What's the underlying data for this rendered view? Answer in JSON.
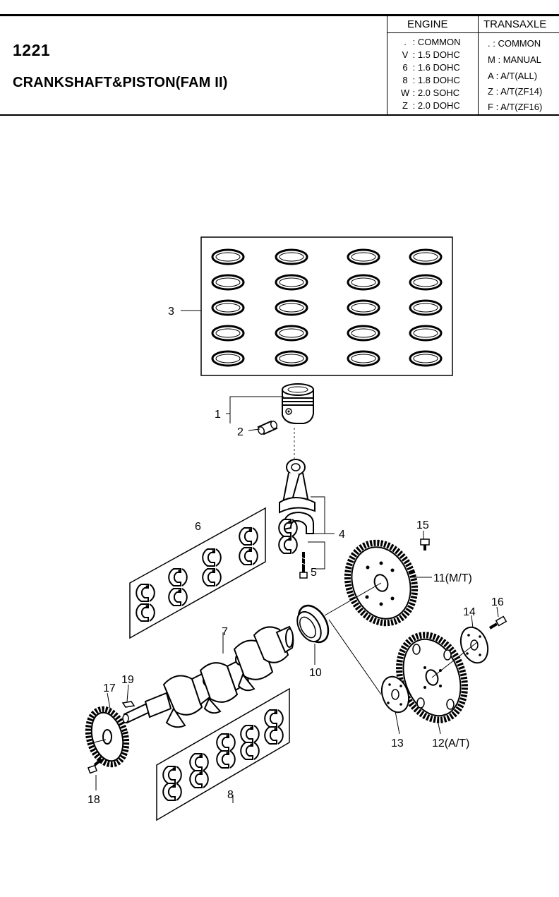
{
  "header": {
    "code": "1221",
    "title": "CRANKSHAFT&PISTON(FAM II)"
  },
  "legend": {
    "engine_header": "ENGINE",
    "transaxle_header": "TRANSAXLE",
    "engine_rows": [
      {
        "key": ".",
        "value": "COMMON"
      },
      {
        "key": "V",
        "value": "1.5 DOHC"
      },
      {
        "key": "6",
        "value": "1.6 DOHC"
      },
      {
        "key": "8",
        "value": "1.8 DOHC"
      },
      {
        "key": "W",
        "value": "2.0 SOHC"
      },
      {
        "key": "Z",
        "value": "2.0 DOHC"
      }
    ],
    "transaxle_rows": [
      {
        "key": ".",
        "value": "COMMON"
      },
      {
        "key": "M",
        "value": "MANUAL"
      },
      {
        "key": "A",
        "value": "A/T(ALL)"
      },
      {
        "key": "Z",
        "value": "A/T(ZF14)"
      },
      {
        "key": "F",
        "value": "A/T(ZF16)"
      }
    ]
  },
  "callouts": {
    "p1": "1",
    "p2": "2",
    "p3": "3",
    "p4": "4",
    "p5": "5",
    "p6": "6",
    "p7": "7",
    "p8": "8",
    "p10": "10",
    "p11": "11(M/T)",
    "p12": "12(A/T)",
    "p13": "13",
    "p14": "14",
    "p15": "15",
    "p16": "16",
    "p17": "17",
    "p18": "18",
    "p19": "19"
  }
}
